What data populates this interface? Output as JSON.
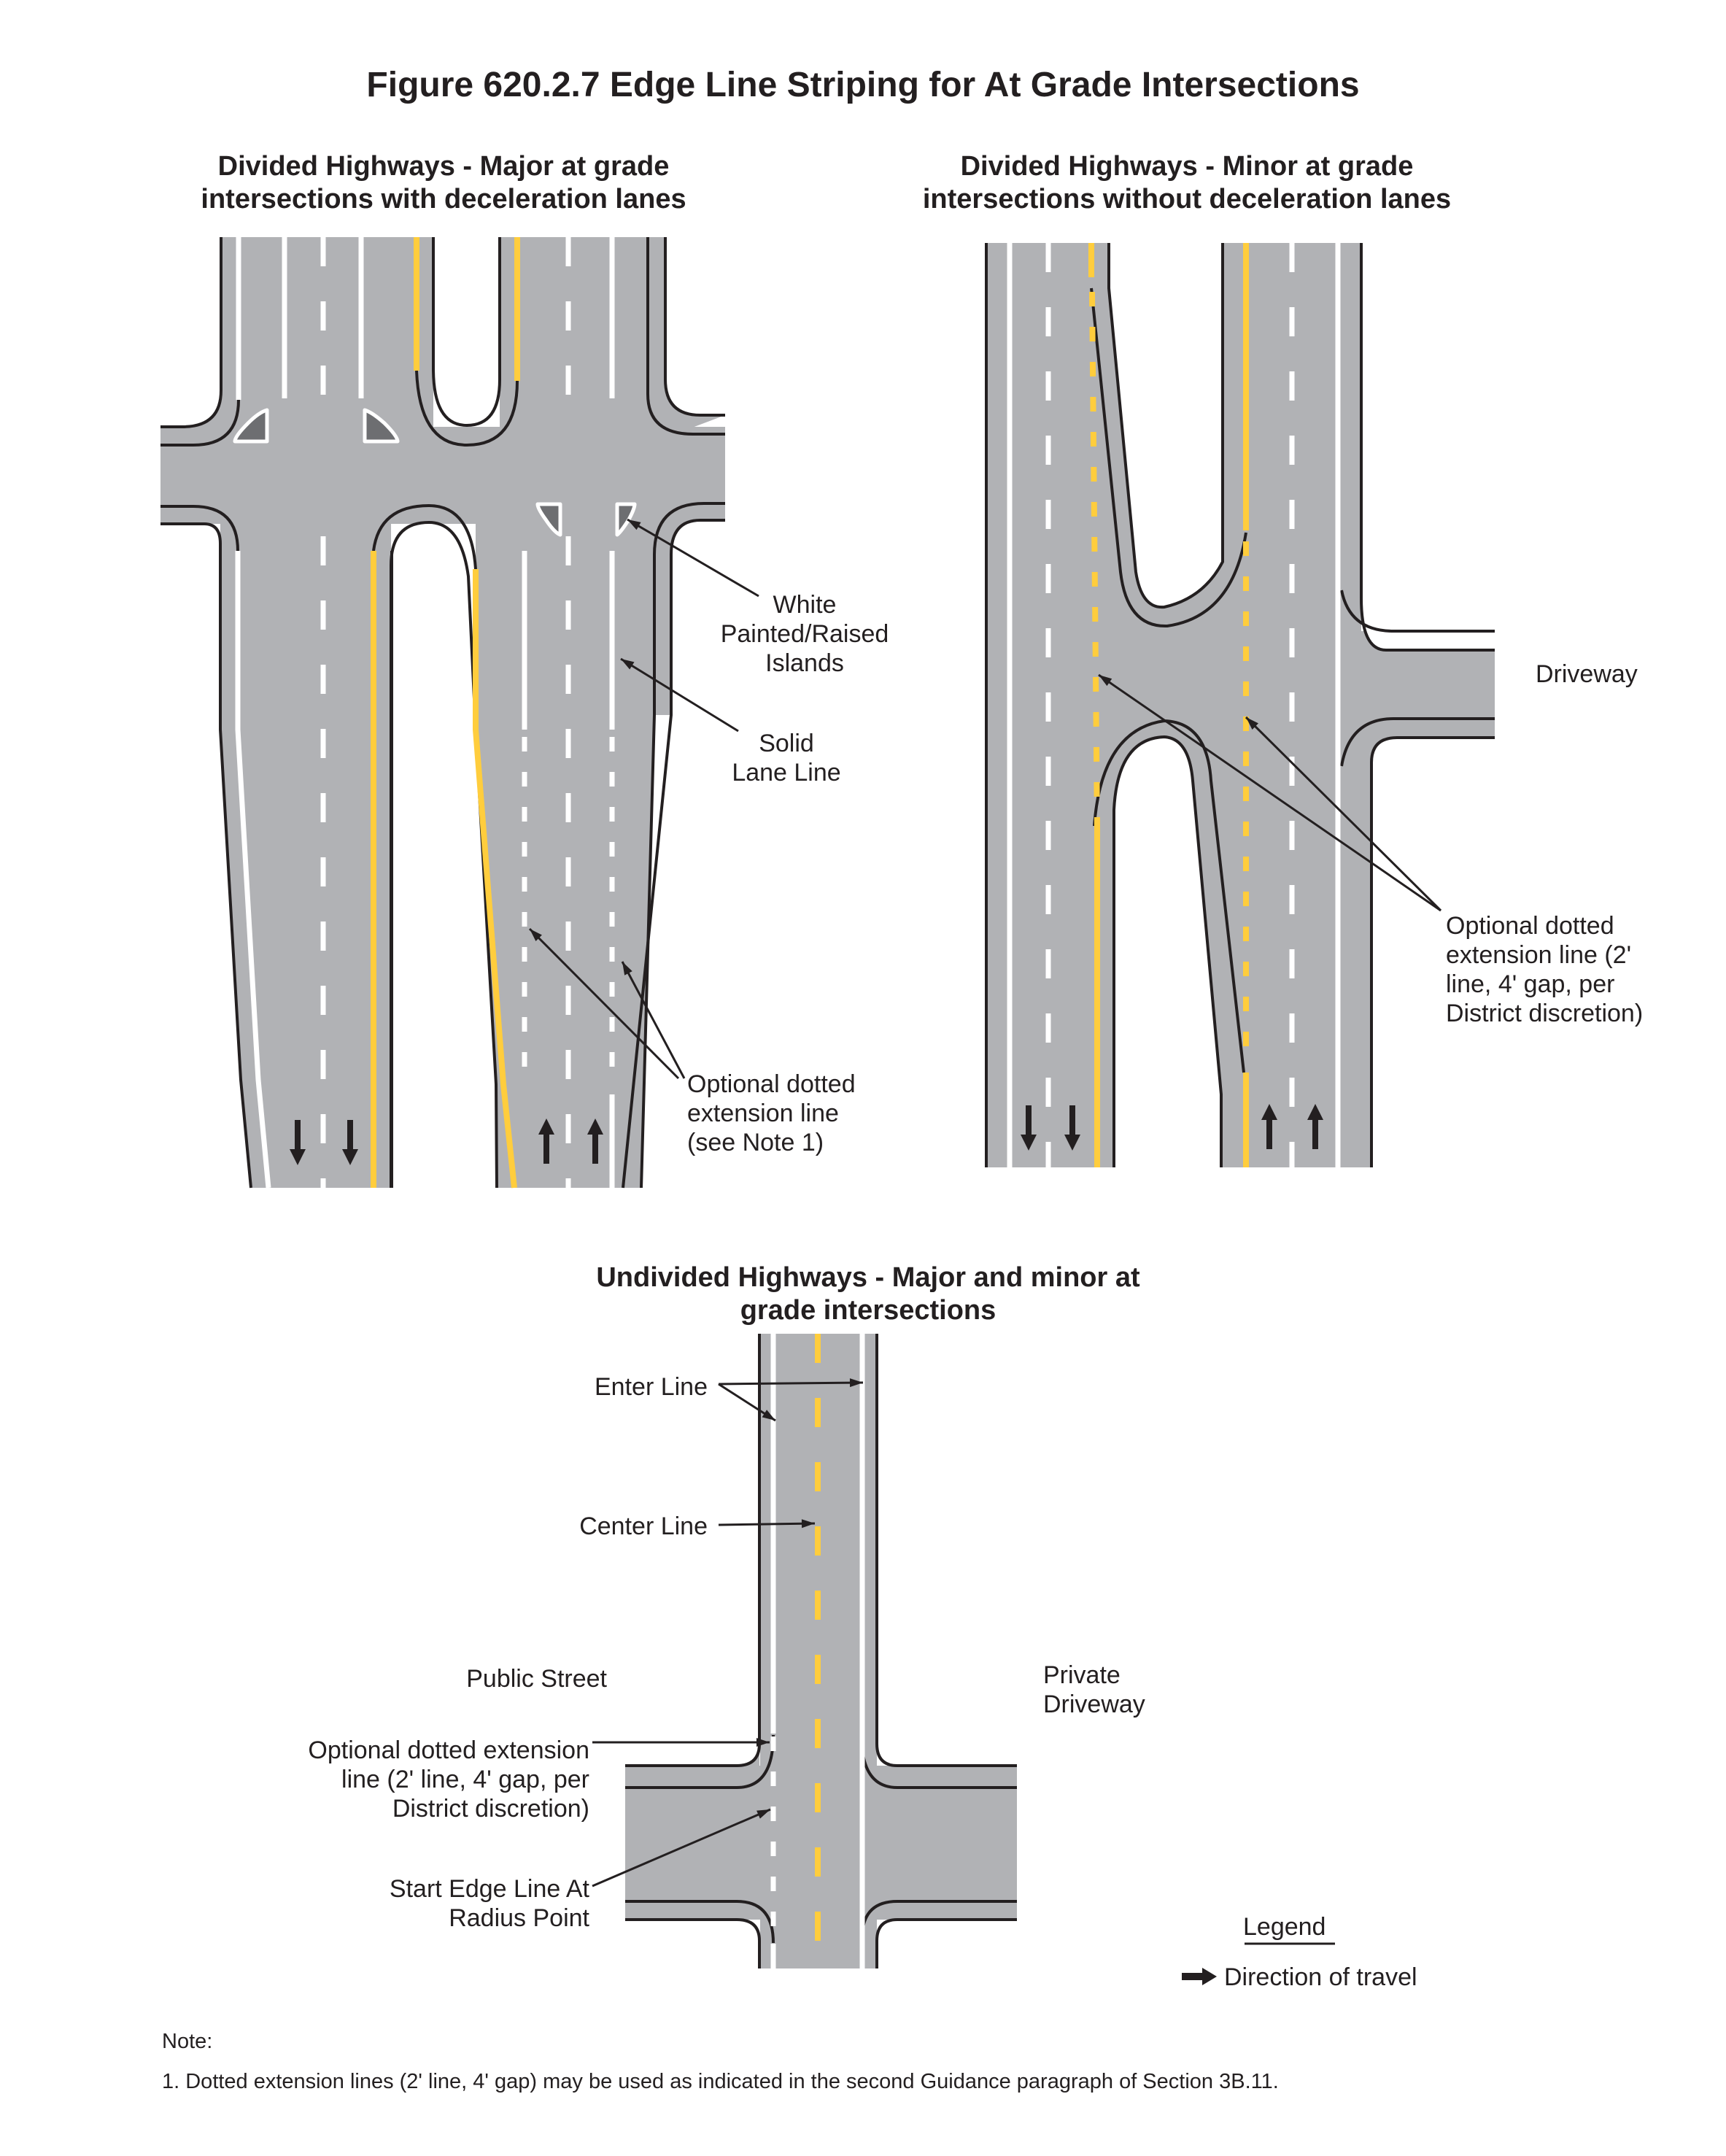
{
  "figure": {
    "title": "Figure 620.2.7 Edge Line Striping for At Grade Intersections"
  },
  "colors": {
    "pavement": "#b1b2b5",
    "edge": "#231f20",
    "white_line": "#ffffff",
    "yellow_line": "#ffcd3d",
    "island": "#6d6e71",
    "text": "#231f20"
  },
  "diagrams": [
    {
      "id": "divided-major",
      "title_lines": [
        "Divided Highways - Major at grade",
        "intersections with deceleration lanes"
      ],
      "callouts": [
        {
          "id": "islands",
          "lines": [
            "White",
            "Painted/Raised",
            "Islands"
          ]
        },
        {
          "id": "solid-lane",
          "lines": [
            "Solid",
            "Lane Line"
          ]
        },
        {
          "id": "optional-dotted",
          "lines": [
            "Optional dotted",
            "extension line",
            "(see Note 1)"
          ]
        }
      ],
      "travel_arrows": [
        "down",
        "down",
        "up",
        "up"
      ]
    },
    {
      "id": "divided-minor",
      "title_lines": [
        "Divided Highways - Minor at grade",
        "intersections without deceleration lanes"
      ],
      "callouts": [
        {
          "id": "driveway",
          "lines": [
            "Driveway"
          ]
        },
        {
          "id": "optional-dotted",
          "lines": [
            "Optional dotted",
            "extension line (2'",
            "line, 4' gap, per",
            "District discretion)"
          ]
        }
      ],
      "travel_arrows": [
        "down",
        "down",
        "up",
        "up"
      ]
    },
    {
      "id": "undivided",
      "title_lines": [
        "Undivided Highways - Major and minor at",
        "grade intersections"
      ],
      "callouts": [
        {
          "id": "enter-line",
          "lines": [
            "Enter Line"
          ]
        },
        {
          "id": "center-line",
          "lines": [
            "Center Line"
          ]
        },
        {
          "id": "public-street",
          "lines": [
            "Public Street"
          ]
        },
        {
          "id": "private-driveway",
          "lines": [
            "Private",
            "Driveway"
          ]
        },
        {
          "id": "optional-dotted",
          "lines": [
            "Optional dotted extension",
            "line (2' line, 4' gap, per",
            "District discretion)"
          ]
        },
        {
          "id": "start-edge",
          "lines": [
            "Start Edge Line At",
            "Radius Point"
          ]
        }
      ]
    }
  ],
  "legend": {
    "title": "Legend",
    "items": [
      {
        "icon": "arrow-right-icon",
        "label": "Direction of travel"
      }
    ]
  },
  "notes": {
    "heading": "Note:",
    "items": [
      "1. Dotted extension lines (2' line, 4' gap) may be used as indicated in the second Guidance paragraph of Section 3B.11."
    ]
  }
}
